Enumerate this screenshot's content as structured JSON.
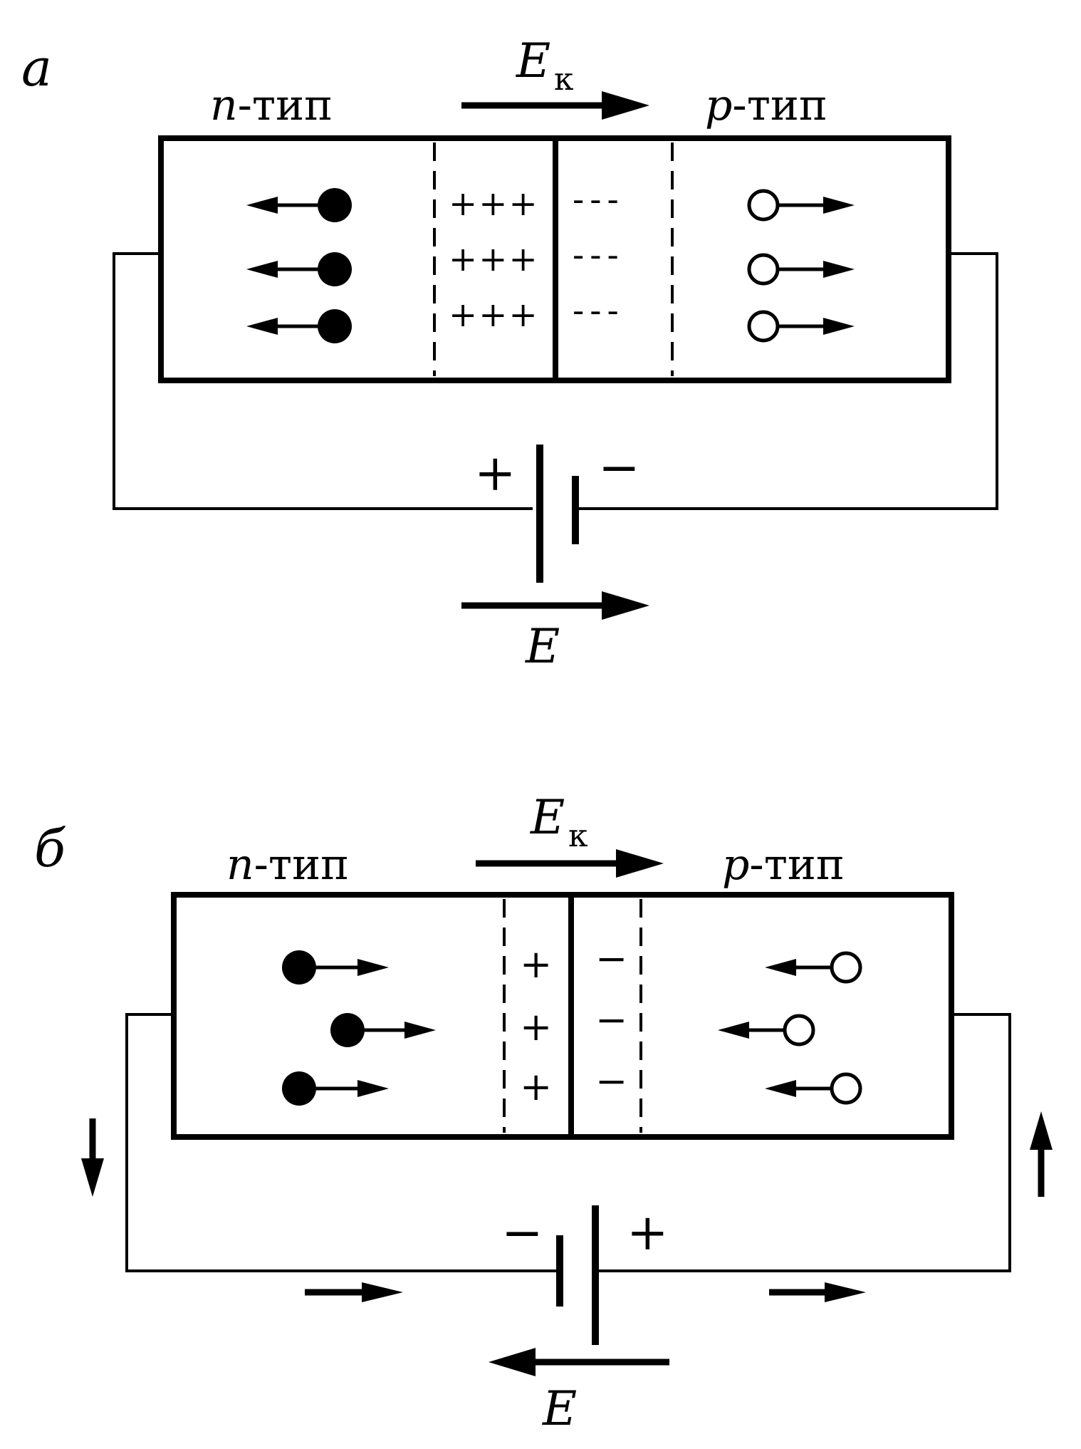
{
  "panels": [
    {
      "id": "a",
      "letter": "а",
      "field_symbol": "E",
      "field_subscript": "к",
      "left_type": {
        "prefix": "n",
        "suffix": "-тип"
      },
      "right_type": {
        "prefix": "p",
        "suffix": "-тип"
      },
      "left_charge": "+++",
      "right_charge": "---",
      "battery_left_sign": "+",
      "battery_right_sign": "−",
      "ext_field_symbol": "E",
      "ext_field_direction": "right",
      "electron_motion": "left",
      "hole_motion": "right"
    },
    {
      "id": "b",
      "letter": "б",
      "field_symbol": "E",
      "field_subscript": "к",
      "left_type": {
        "prefix": "n",
        "suffix": "-тип"
      },
      "right_type": {
        "prefix": "p",
        "suffix": "-тип"
      },
      "left_charge": "+",
      "right_charge": "−",
      "battery_left_sign": "−",
      "battery_right_sign": "+",
      "ext_field_symbol": "E",
      "ext_field_direction": "left",
      "electron_motion": "right",
      "hole_motion": "left"
    }
  ],
  "colors": {
    "ink": "#000000",
    "paper": "#ffffff"
  }
}
